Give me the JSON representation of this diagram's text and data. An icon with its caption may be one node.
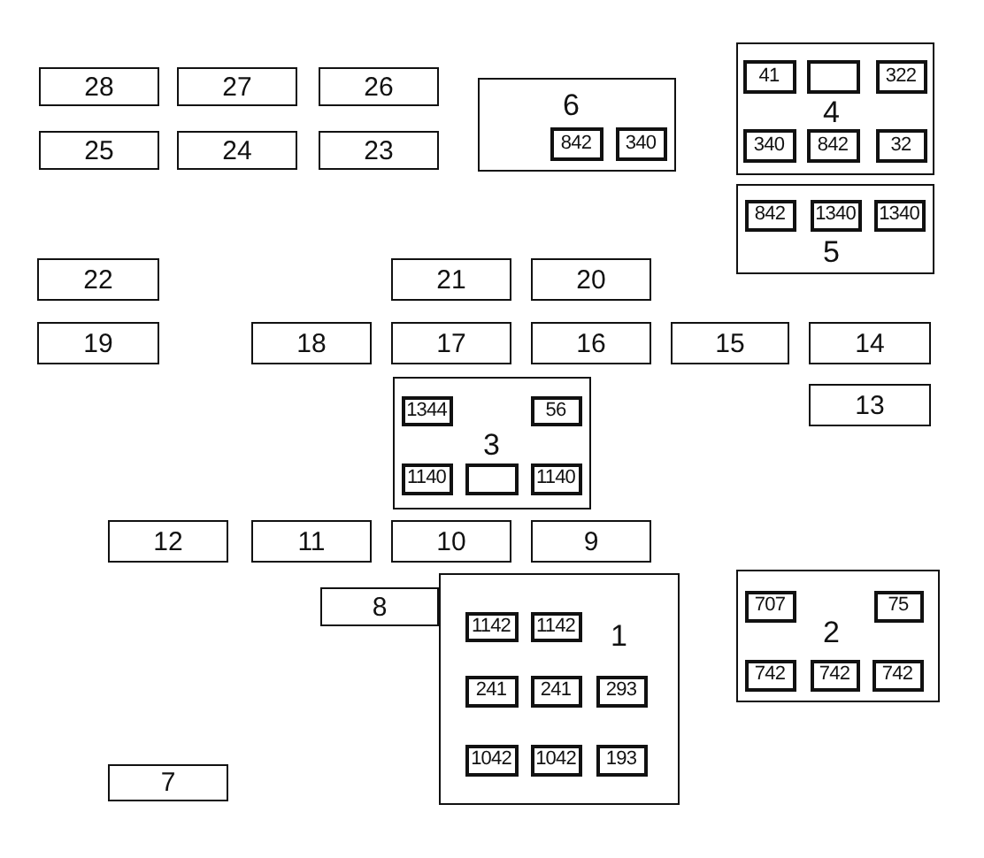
{
  "diagram": {
    "nodes": [
      {
        "text": [
          "28"
        ]
      },
      {
        "text": [
          "27"
        ]
      },
      {
        "text": [
          "26"
        ]
      },
      {
        "text": [
          "6"
        ]
      },
      {
        "text": [
          "842"
        ],
        "in": 3
      },
      {
        "text": [
          "340"
        ],
        "in": 3
      },
      {
        "text": [
          "4"
        ]
      },
      {
        "text": [
          "41"
        ],
        "in": 6
      },
      {
        "text": [],
        "shape": "box",
        "in": 6
      },
      {
        "text": [
          "322"
        ],
        "in": 6
      },
      {
        "text": [
          "340"
        ],
        "in": 6
      },
      {
        "text": [
          "842"
        ],
        "in": 6
      },
      {
        "text": [
          "32"
        ],
        "in": 6
      },
      {
        "text": [
          "25"
        ]
      },
      {
        "text": [
          "24"
        ]
      },
      {
        "text": [
          "23"
        ]
      },
      {
        "text": [
          "5"
        ]
      },
      {
        "text": [
          "842"
        ],
        "in": 16
      },
      {
        "text": [
          "1340"
        ],
        "in": 16
      },
      {
        "text": [
          "1340"
        ],
        "in": 16
      },
      {
        "text": [
          "22"
        ]
      },
      {
        "text": [
          "21"
        ]
      },
      {
        "text": [
          "20"
        ]
      },
      {
        "text": [
          "19"
        ]
      },
      {
        "text": [
          "18"
        ]
      },
      {
        "text": [
          "17"
        ]
      },
      {
        "text": [
          "16"
        ]
      },
      {
        "text": [
          "15"
        ]
      },
      {
        "text": [
          "14"
        ]
      },
      {
        "text": [
          "3"
        ]
      },
      {
        "text": [
          "1344"
        ],
        "in": 29
      },
      {
        "text": [
          "56"
        ],
        "in": 29
      },
      {
        "text": [
          "1140"
        ],
        "in": 29
      },
      {
        "text": [],
        "shape": "box",
        "in": 29
      },
      {
        "text": [
          "1140"
        ],
        "in": 29
      },
      {
        "text": [
          "13"
        ]
      },
      {
        "text": [
          "12"
        ]
      },
      {
        "text": [
          "11"
        ]
      },
      {
        "text": [
          "10"
        ]
      },
      {
        "text": [
          "9"
        ]
      },
      {
        "text": [
          "8"
        ]
      },
      {
        "text": [
          "1"
        ]
      },
      {
        "text": [
          "1142"
        ],
        "in": 41
      },
      {
        "text": [
          "1142"
        ],
        "in": 41
      },
      {
        "text": [
          "241"
        ],
        "in": 41
      },
      {
        "text": [
          "241"
        ],
        "in": 41
      },
      {
        "text": [
          "293"
        ],
        "in": 41
      },
      {
        "text": [
          "1042"
        ],
        "in": 41
      },
      {
        "text": [
          "1042"
        ],
        "in": 41
      },
      {
        "text": [
          "193"
        ],
        "in": 41
      },
      {
        "text": [
          "2"
        ]
      },
      {
        "text": [
          "707"
        ],
        "in": 50
      },
      {
        "text": [
          "75"
        ],
        "in": 50
      },
      {
        "text": [
          "742"
        ],
        "in": 50
      },
      {
        "text": [
          "742"
        ],
        "in": 50
      },
      {
        "text": [
          "742"
        ],
        "in": 50
      },
      {
        "text": [
          "7"
        ]
      }
    ]
  }
}
